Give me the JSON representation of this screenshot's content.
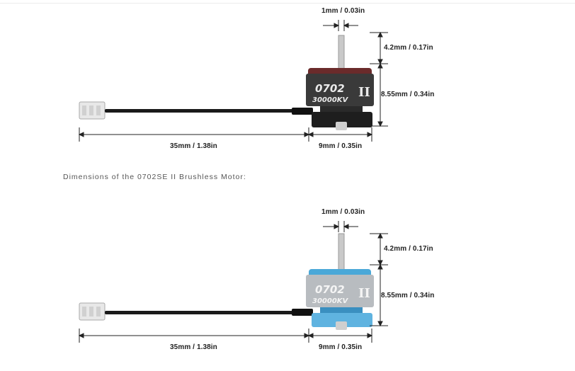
{
  "caption": "Dimensions of the 0702SE II Brushless Motor:",
  "motor1": {
    "model_text": "0702",
    "kv_text": "30000KV",
    "version_text": "II",
    "colors": {
      "bell": "#6b2b2b",
      "can": "#3a3a3a",
      "base": "#1e1e1e"
    },
    "dims": {
      "shaft": "1mm / 0.03in",
      "shaft_height": "4.2mm / 0.17in",
      "body_height": "8.55mm / 0.34in",
      "cable_length": "35mm / 1.38in",
      "base_width": "9mm / 0.35in"
    }
  },
  "motor2": {
    "model_text": "0702",
    "kv_text": "30000KV",
    "version_text": "II",
    "colors": {
      "bell": "#4aa8d8",
      "can": "#b8bcc0",
      "base": "#5fb3e0"
    },
    "dims": {
      "shaft": "1mm / 0.03in",
      "shaft_height": "4.2mm / 0.17in",
      "body_height": "8.55mm / 0.34in",
      "cable_length": "35mm / 1.38in",
      "base_width": "9mm / 0.35in"
    }
  }
}
